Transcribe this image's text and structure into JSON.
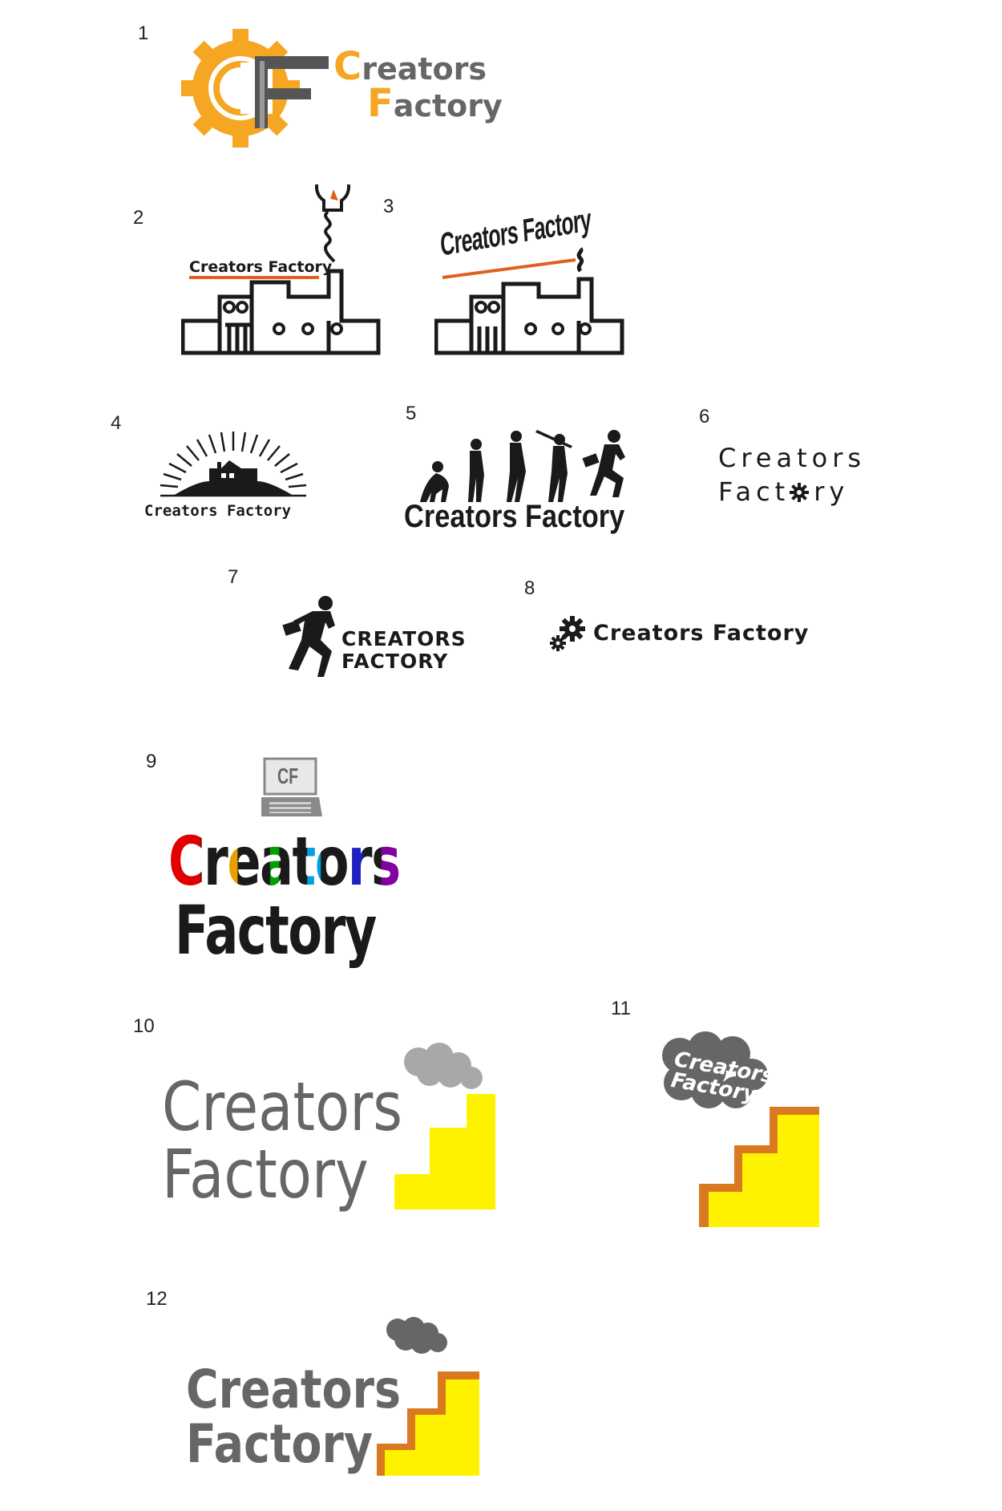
{
  "numbers": [
    "1",
    "2",
    "3",
    "4",
    "5",
    "6",
    "7",
    "8",
    "9",
    "10",
    "11",
    "12"
  ],
  "logo1": {
    "line1_rest": "reators",
    "line2_rest": "actory",
    "cap1": "C",
    "cap2": "F",
    "monogram": "CF"
  },
  "logo2": {
    "text": "Creators Factory"
  },
  "logo3": {
    "text": "Creators Factory"
  },
  "logo4": {
    "text": "Creators Factory"
  },
  "logo5": {
    "text": "Creators Factory"
  },
  "logo6": {
    "line1": "Creators",
    "line2a": "Fact",
    "line2b": "ry"
  },
  "logo7": {
    "line1": "CREATORS",
    "line2": "FACTORY"
  },
  "logo8": {
    "text": "Creators Factory"
  },
  "logo9": {
    "monogram": "CF",
    "line1": "Creators",
    "line2": "Factory"
  },
  "logo10": {
    "line1": "Creators",
    "line2": "Factory"
  },
  "logo11": {
    "line1": "Creators",
    "line2": "Factory"
  },
  "logo12": {
    "line1": "Creators",
    "line2": "Factory"
  },
  "colors": {
    "orange": "#f5a623",
    "dark": "#1a1a1a",
    "gray": "#666666",
    "yellow": "#fff200",
    "rust": "#d97a20",
    "redline": "#e06020"
  }
}
